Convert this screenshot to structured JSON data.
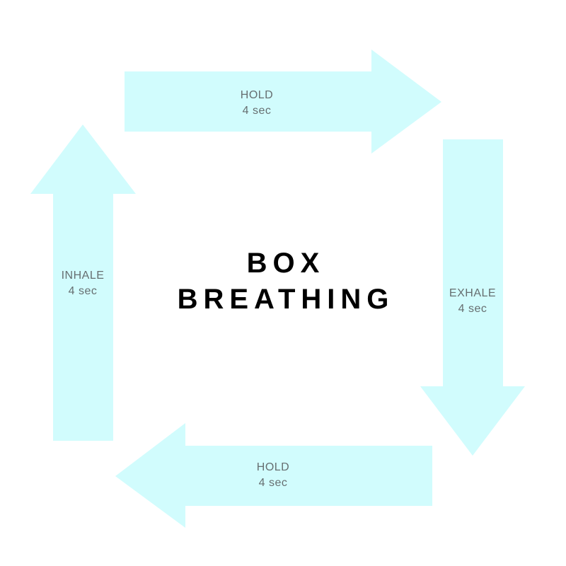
{
  "title": {
    "line1": "BOX",
    "line2": "BREATHING"
  },
  "steps": [
    {
      "id": "inhale",
      "name": "INHALE",
      "duration": "4 sec",
      "direction": "up"
    },
    {
      "id": "hold-top",
      "name": "HOLD",
      "duration": "4 sec",
      "direction": "right"
    },
    {
      "id": "exhale",
      "name": "EXHALE",
      "duration": "4 sec",
      "direction": "down"
    },
    {
      "id": "hold-bottom",
      "name": "HOLD",
      "duration": "4 sec",
      "direction": "left"
    }
  ],
  "colors": {
    "arrow": "#d1fcfd",
    "label": "#666e70",
    "title": "#000000",
    "background": "#ffffff"
  }
}
